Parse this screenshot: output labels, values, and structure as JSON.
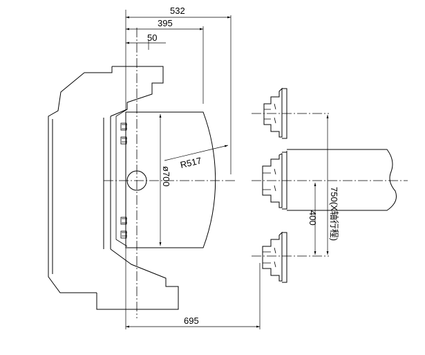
{
  "dimensions": {
    "d532": "532",
    "d395": "395",
    "d50": "50",
    "d695": "695",
    "radius": "R517",
    "diameter": "ø700",
    "d400": "400",
    "d750": "750(X轴行程)"
  }
}
